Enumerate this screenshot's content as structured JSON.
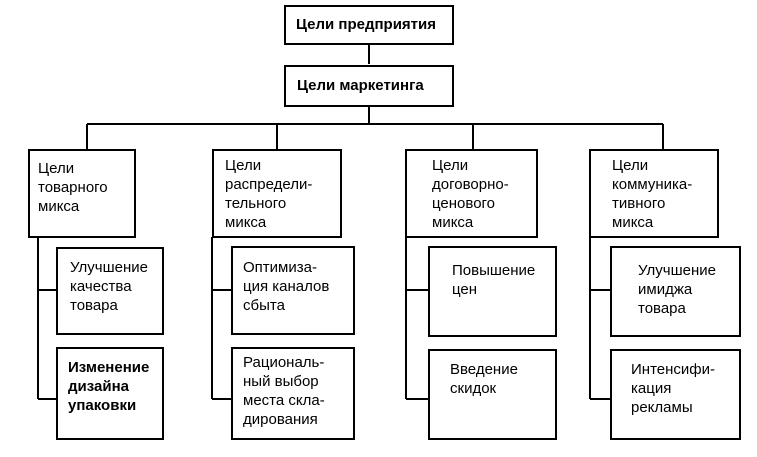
{
  "top": {
    "label": "Цели предприятия"
  },
  "marketing": {
    "label": "Цели маркетинга"
  },
  "columns": [
    {
      "header": "Цели\nтоварного\nмикса",
      "items": [
        "Улучшение\nкачества\nтовара",
        "Изменение\nдизайна\nупаковки"
      ]
    },
    {
      "header": "Цели\nраспредели-\nтельного\nмикса",
      "items": [
        "Оптимиза-\nция каналов\nсбыта",
        "Рациональ-\nный выбор\nместа скла-\nдирования"
      ]
    },
    {
      "header": "Цели\nдоговорно-\nценового\nмикса",
      "items": [
        "Повышение\nцен",
        "Введение\nскидок"
      ]
    },
    {
      "header": "Цели\nкоммуника-\nтивного\nмикса",
      "items": [
        "Улучшение\nимиджа\nтовара",
        "Интенсифи-\nкация\nрекламы"
      ]
    }
  ]
}
